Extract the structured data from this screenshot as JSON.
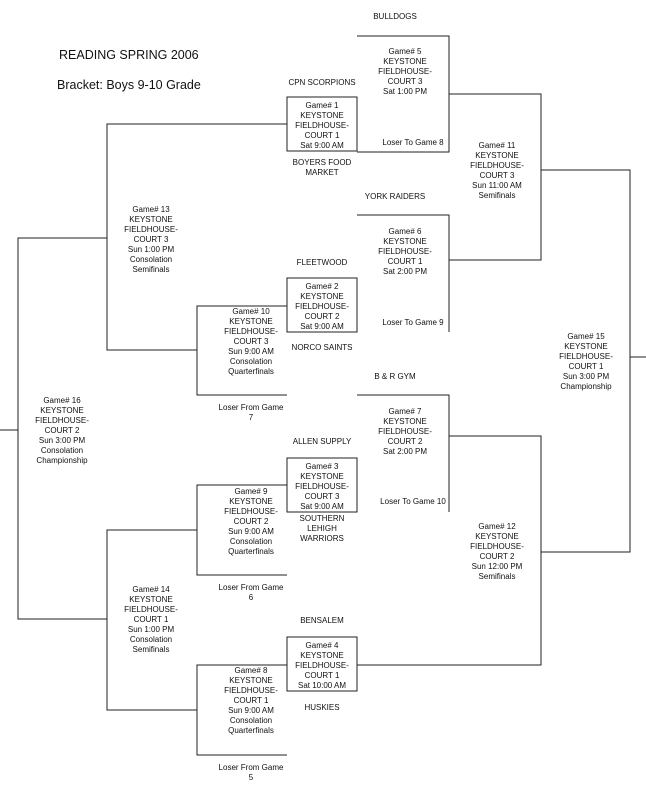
{
  "header": {
    "title": "READING SPRING 2006",
    "bracket": "Bracket:  Boys 9-10 Grade"
  },
  "teams": {
    "bulldogs": "BULLDOGS",
    "cpn_scorpions": "CPN SCORPIONS",
    "boyers_food_market": [
      "BOYERS FOOD",
      "MARKET"
    ],
    "york_raiders": "YORK RAIDERS",
    "fleetwood": "FLEETWOOD",
    "norco_saints": "NORCO SAINTS",
    "b_r_gym": "B & R GYM",
    "allen_supply": "ALLEN SUPPLY",
    "southern_lehigh": [
      "SOUTHERN",
      "LEHIGH",
      "WARRIORS"
    ],
    "bensalem": "BENSALEM",
    "huskies": "HUSKIES"
  },
  "notes": {
    "loser_to_8": "Loser To Game 8",
    "loser_to_9": "Loser To Game 9",
    "loser_to_10": "Loser To Game 10",
    "loser_from_7": [
      "Loser From Game",
      "7"
    ],
    "loser_from_6": [
      "Loser From Game",
      "6"
    ],
    "loser_from_5": [
      "Loser From Game",
      "5"
    ]
  },
  "games": {
    "g1": [
      "Game# 1",
      "KEYSTONE",
      "FIELDHOUSE-",
      "COURT 1",
      "Sat 9:00 AM"
    ],
    "g2": [
      "Game# 2",
      "KEYSTONE",
      "FIELDHOUSE-",
      "COURT 2",
      "Sat 9:00 AM"
    ],
    "g3": [
      "Game# 3",
      "KEYSTONE",
      "FIELDHOUSE-",
      "COURT 3",
      "Sat 9:00 AM"
    ],
    "g4": [
      "Game# 4",
      "KEYSTONE",
      "FIELDHOUSE-",
      "COURT 1",
      "Sat 10:00 AM"
    ],
    "g5": [
      "Game# 5",
      "KEYSTONE",
      "FIELDHOUSE-",
      "COURT 3",
      "Sat 1:00 PM"
    ],
    "g6": [
      "Game# 6",
      "KEYSTONE",
      "FIELDHOUSE-",
      "COURT 1",
      "Sat 2:00 PM"
    ],
    "g7": [
      "Game# 7",
      "KEYSTONE",
      "FIELDHOUSE-",
      "COURT 2",
      "Sat 2:00 PM"
    ],
    "g8": [
      "Game# 8",
      "KEYSTONE",
      "FIELDHOUSE-",
      "COURT 1",
      "Sun 9:00 AM",
      "Consolation",
      "Quarterfinals"
    ],
    "g9": [
      "Game# 9",
      "KEYSTONE",
      "FIELDHOUSE-",
      "COURT 2",
      "Sun 9:00 AM",
      "Consolation",
      "Quarterfinals"
    ],
    "g10": [
      "Game# 10",
      "KEYSTONE",
      "FIELDHOUSE-",
      "COURT 3",
      "Sun 9:00 AM",
      "Consolation",
      "Quarterfinals"
    ],
    "g11": [
      "Game# 11",
      "KEYSTONE",
      "FIELDHOUSE-",
      "COURT 3",
      "Sun 11:00 AM",
      "Semifinals"
    ],
    "g12": [
      "Game# 12",
      "KEYSTONE",
      "FIELDHOUSE-",
      "COURT 2",
      "Sun 12:00 PM",
      "Semifinals"
    ],
    "g13": [
      "Game# 13",
      "KEYSTONE",
      "FIELDHOUSE-",
      "COURT 3",
      "Sun 1:00 PM",
      "Consolation",
      "Semifinals"
    ],
    "g14": [
      "Game# 14",
      "KEYSTONE",
      "FIELDHOUSE-",
      "COURT 1",
      "Sun 1:00 PM",
      "Consolation",
      "Semifinals"
    ],
    "g15": [
      "Game# 15",
      "KEYSTONE",
      "FIELDHOUSE-",
      "COURT 1",
      "Sun 3:00 PM",
      "Championship"
    ],
    "g16": [
      "Game# 16",
      "KEYSTONE",
      "FIELDHOUSE-",
      "COURT 2",
      "Sun 3:00 PM",
      "Consolation",
      "Championship"
    ]
  }
}
